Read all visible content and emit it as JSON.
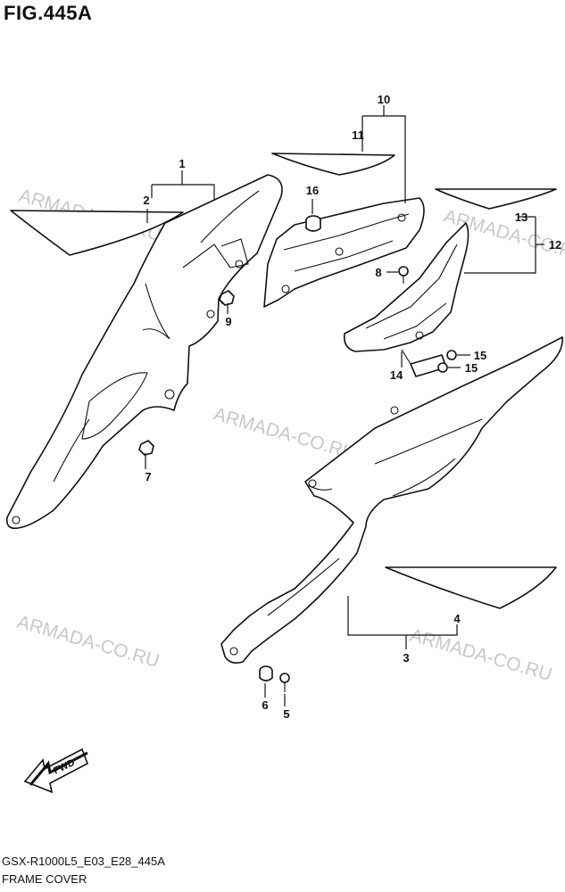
{
  "figure": {
    "title": "FIG.445A",
    "model_code": "GSX-R1000L5_E03_E28_445A",
    "name": "FRAME COVER"
  },
  "direction_badge": "FWD",
  "watermark": "ARMADA-CO.RU",
  "callouts": {
    "c1": "1",
    "c2": "2",
    "c3": "3",
    "c4": "4",
    "c5": "5",
    "c6": "6",
    "c7": "7",
    "c8": "8",
    "c9": "9",
    "c10": "10",
    "c11": "11",
    "c12": "12",
    "c13": "13",
    "c14": "14",
    "c15a": "15",
    "c15b": "15",
    "c16": "16"
  },
  "colors": {
    "line": "#111111",
    "watermark": "#c8c8c8",
    "background": "#ffffff"
  }
}
